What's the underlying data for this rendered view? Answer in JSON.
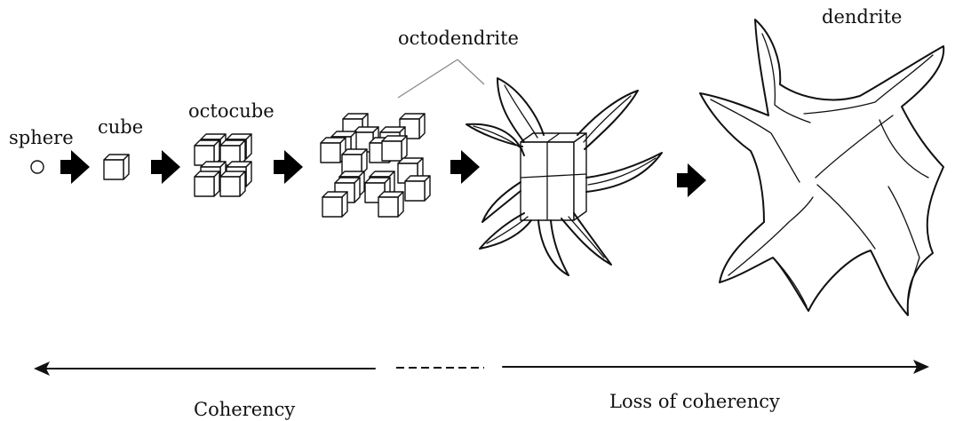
{
  "stages": [
    {
      "id": "sphere",
      "label": "sphere"
    },
    {
      "id": "cube",
      "label": "cube"
    },
    {
      "id": "octocube",
      "label": "octocube"
    },
    {
      "id": "expanded-octocube",
      "label": ""
    },
    {
      "id": "octodendrite",
      "label": "octodendrite"
    },
    {
      "id": "dendrite",
      "label": "dendrite"
    }
  ],
  "axis": {
    "left_label": "Coherency",
    "right_label": "Loss of coherency"
  },
  "colors": {
    "ink": "#111111",
    "arrow": "#000000",
    "background": "#ffffff",
    "pointer_line": "#8a8a8a"
  }
}
